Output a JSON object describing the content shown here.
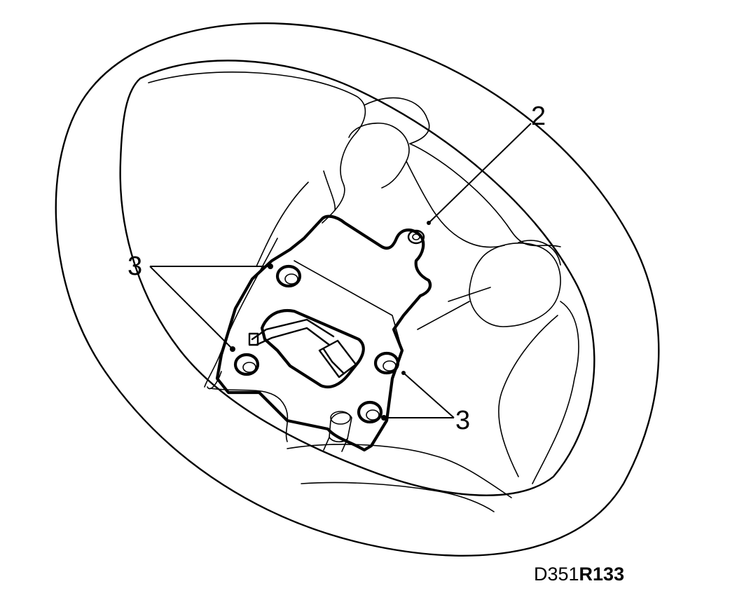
{
  "callouts": {
    "airbag_module": "2",
    "screws_left": "3",
    "screws_right": "3"
  },
  "figure_code": {
    "prefix": "D351",
    "suffix": "R133"
  }
}
